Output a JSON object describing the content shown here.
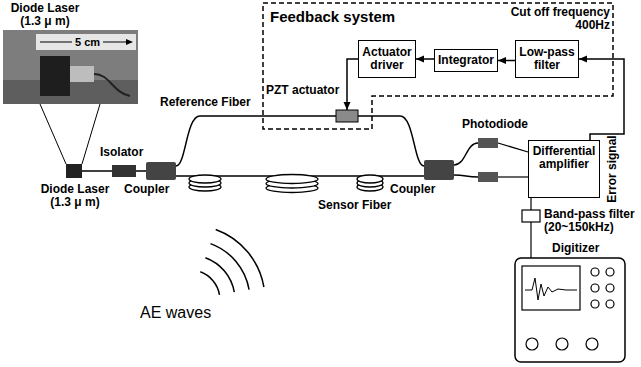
{
  "diagram": {
    "nodes": [
      {
        "text": [
          "Feedback system"
        ]
      },
      {
        "text": [
          "Actuator driver"
        ],
        "in": 0
      },
      {
        "text": [
          "Integrator"
        ],
        "in": 0
      },
      {
        "text": [
          "Low-pass filter"
        ],
        "in": 0
      },
      {
        "text": [
          "Differential amplifier"
        ]
      }
    ],
    "edges": [
      {
        "from": 3,
        "to": 2,
        "arrow": "to"
      },
      {
        "from": 2,
        "to": 1,
        "arrow": "to"
      },
      {
        "from": 4,
        "to": 3,
        "arrow": "to",
        "label": "Error signal"
      }
    ],
    "labels": [
      "Diode Laser (1.3 μ m)",
      "5 cm",
      "Diode Laser (1.3 μ m)",
      "Isolator",
      "Coupler",
      "Reference Fiber",
      "PZT actuator",
      "Sensor Fiber",
      "AE waves",
      "Coupler",
      "Photodiode",
      "Cut off frequency 400Hz",
      "Band-pass filter (20~150kHz)",
      "Digitizer"
    ]
  }
}
